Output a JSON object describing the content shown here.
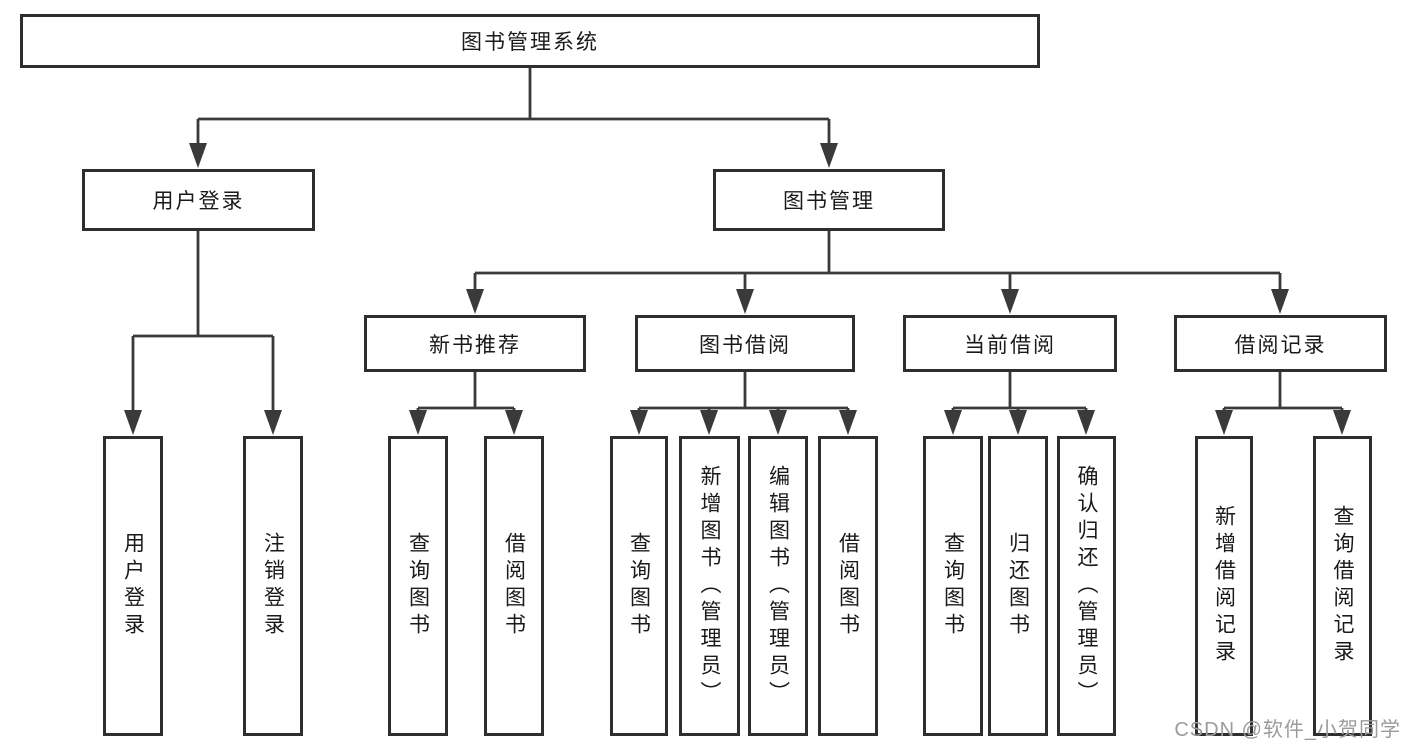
{
  "tree": {
    "root": {
      "label": "图书管理系统"
    },
    "level2": [
      {
        "label": "用户登录"
      },
      {
        "label": "图书管理"
      }
    ],
    "level3": [
      {
        "label": "新书推荐"
      },
      {
        "label": "图书借阅"
      },
      {
        "label": "当前借阅"
      },
      {
        "label": "借阅记录"
      }
    ],
    "leaves": {
      "user_login": [
        {
          "label": "用户登录"
        },
        {
          "label": "注销登录"
        }
      ],
      "new_book": [
        {
          "label": "查询图书"
        },
        {
          "label": "借阅图书"
        }
      ],
      "book_borrow": [
        {
          "label": "查询图书"
        },
        {
          "label": "新增图书（管理员）"
        },
        {
          "label": "编辑图书（管理员）"
        },
        {
          "label": "借阅图书"
        }
      ],
      "current_borrow": [
        {
          "label": "查询图书"
        },
        {
          "label": "归还图书"
        },
        {
          "label": "确认归还（管理员）"
        }
      ],
      "borrow_record": [
        {
          "label": "新增借阅记录"
        },
        {
          "label": "查询借阅记录"
        }
      ]
    }
  },
  "watermark": {
    "text": "CSDN @软件_小贺同学"
  },
  "colors": {
    "line": "#3a3a3a",
    "box_border": "#2e2e2e",
    "box_fill": "#ffffff",
    "text": "#1a1a1a",
    "watermark": "#9b9b9b",
    "background": "#ffffff"
  }
}
